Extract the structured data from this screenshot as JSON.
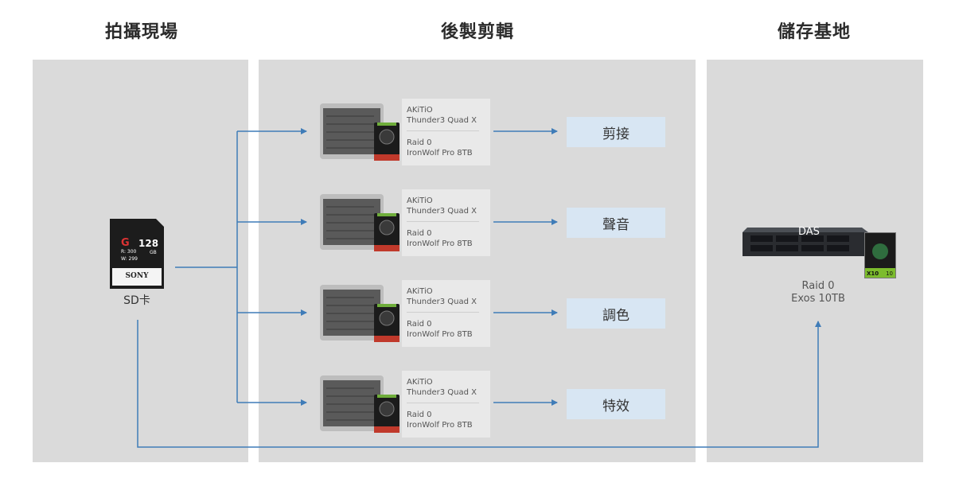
{
  "columns": {
    "shooting": {
      "title": "拍攝現場"
    },
    "editing": {
      "title": "後製剪輯"
    },
    "storage": {
      "title": "儲存基地"
    }
  },
  "sd_card": {
    "label": "SD卡",
    "card_text": {
      "g": "G",
      "capacity": "128",
      "unit": "GB",
      "read": "R: 300",
      "write": "W: 299",
      "brand": "SONY"
    }
  },
  "devices": [
    {
      "name": "AKiTiO",
      "model": "Thunder3 Quad X",
      "raid": "Raid 0",
      "drive": "IronWolf Pro 8TB",
      "task": "剪接"
    },
    {
      "name": "AKiTiO",
      "model": "Thunder3 Quad X",
      "raid": "Raid 0",
      "drive": "IronWolf Pro 8TB",
      "task": "聲音"
    },
    {
      "name": "AKiTiO",
      "model": "Thunder3 Quad X",
      "raid": "Raid 0",
      "drive": "IronWolf Pro 8TB",
      "task": "調色"
    },
    {
      "name": "AKiTiO",
      "model": "Thunder3 Quad X",
      "raid": "Raid 0",
      "drive": "IronWolf Pro 8TB",
      "task": "特效"
    }
  ],
  "das": {
    "badge": "DAS",
    "raid": "Raid 0",
    "drive": "Exos 10TB",
    "drive_badge": "X10",
    "drive_size": "10"
  },
  "colors": {
    "arrow": "#3f7cb8",
    "panel": "#dadada",
    "task_box": "#d8e6f3"
  }
}
